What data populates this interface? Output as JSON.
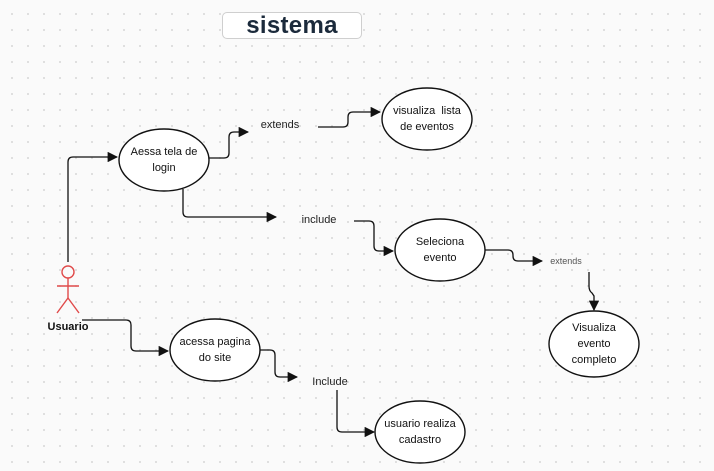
{
  "title": "sistema",
  "actor": {
    "label": "Usuario"
  },
  "use_cases": {
    "login": [
      "Aessa tela de",
      "login"
    ],
    "visualiza_lista": [
      "visualiza  lista",
      "de eventos"
    ],
    "seleciona": [
      "Seleciona",
      "evento"
    ],
    "visualiza_completo": [
      "Visualiza",
      "evento",
      "completo"
    ],
    "acessa_pagina": [
      "acessa pagina",
      "do site"
    ],
    "cadastro": [
      "usuario realiza",
      "cadastro"
    ]
  },
  "relations": {
    "extends_1": "extends",
    "include_1": "include",
    "extends_2": "extends",
    "include_2": "Include"
  },
  "colors": {
    "actor_stroke": "#e04a4a",
    "line": "#111111",
    "title_text": "#1b2a3b"
  }
}
